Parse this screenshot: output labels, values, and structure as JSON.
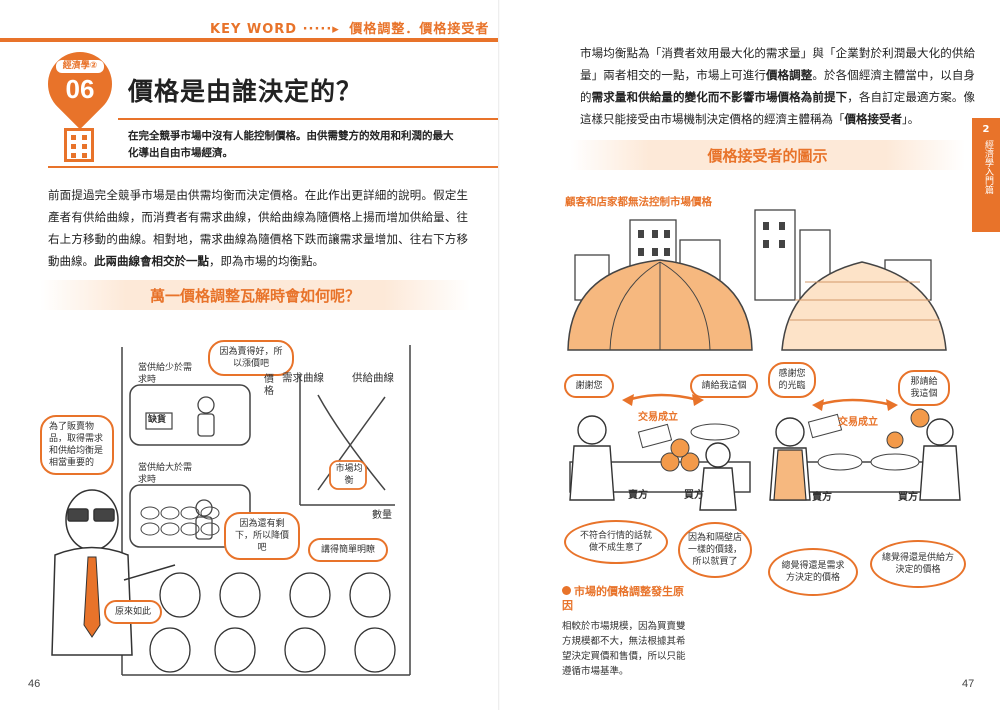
{
  "left": {
    "keyword_prefix": "KEY WORD ·····▸",
    "keyword_terms": "價格調整．價格接受者",
    "badge_label": "經濟學②",
    "badge_number": "06",
    "title": "價格是由誰決定的？",
    "summary": "在完全競爭市場中沒有人能控制價格。由供需雙方的效用和利潤的最大化導出自由市場經濟。",
    "body_1": "前面提過完全競爭市場是由供需均衡而決定價格。在此作出更詳細的說明。假定生產者有供給曲線，而消費者有需求曲線，供給曲線為隨價格上揚而增加供給量、往右上方移動的曲線。相對地，需求曲線為隨價格下跌而讓需求量增加、往右下方移動曲線。",
    "body_bold": "此兩曲線會相交於一點",
    "body_2": "，即為市場的均衡點。",
    "section_heading": "萬一價格調整瓦解時會如何呢？",
    "comic": {
      "bubble_price_up": "因為賣得好，所以漲價吧",
      "note_supply_less": "當供給少於需求時",
      "shop_sign": "缺貨",
      "axis_price": "價格",
      "label_demand": "需求曲線",
      "label_supply": "供給曲線",
      "label_equilibrium": "市場均衡",
      "axis_quantity": "數量",
      "bubble_teacher": "為了販賣物品，取得需求和供給均衡是相當重要的",
      "note_supply_more": "當供給大於需求時",
      "bubble_price_down": "因為還有剩下，所以降價吧",
      "bubble_easy": "講得簡單明瞭",
      "bubble_ohso": "原來如此"
    },
    "page_number": "46"
  },
  "right": {
    "body_1": "市場均衡點為「消費者效用最大化的需求量」與「企業對於利潤最大化的供給量」兩者相交的一點，市場上可進行",
    "body_bold_1": "價格調整",
    "body_2": "。於各個經濟主體當中，以自身的",
    "body_bold_2": "需求量和供給量的變化而不影響市場價格為前提下",
    "body_3": "，各自訂定最適方案。像這樣只能接受由市場機制決定價格的經濟主體稱為「",
    "body_bold_3": "價格接受者",
    "body_4": "」。",
    "side_tab_number": "2",
    "side_tab_text": "經濟學入門篇",
    "section_heading": "價格接受者的圖示",
    "figure_title": "顧客和店家都無法控制市場價格",
    "comic": {
      "bubble_thanks": "謝謝您",
      "bubble_buy_this": "請給我這個",
      "bubble_thanks_visit": "感謝您的光臨",
      "bubble_give_this": "那請給我這個",
      "label_trade_1": "交易成立",
      "label_trade_2": "交易成立",
      "label_seller_1": "賣方",
      "label_buyer_1": "買方",
      "label_seller_2": "賣方",
      "label_buyer_2": "買方",
      "thought_seller_1": "不符合行情的話就做不成生意了",
      "thought_buyer_1": "因為和隔壁店一樣的價錢，所以就買了",
      "thought_seller_2": "總覺得還是需求方決定的價格",
      "thought_buyer_2": "總覺得還是供給方決定的價格"
    },
    "reason_title": "市場的價格調整發生原因",
    "reason_text": "相較於市場規模，因為買賣雙方規模都不大，無法根據其希望決定買價和售價，所以只能遵循市場基準。",
    "page_number": "47"
  },
  "colors": {
    "accent": "#e8732a",
    "band": "#fde9d8",
    "stall_fill": "#f6b87f"
  }
}
